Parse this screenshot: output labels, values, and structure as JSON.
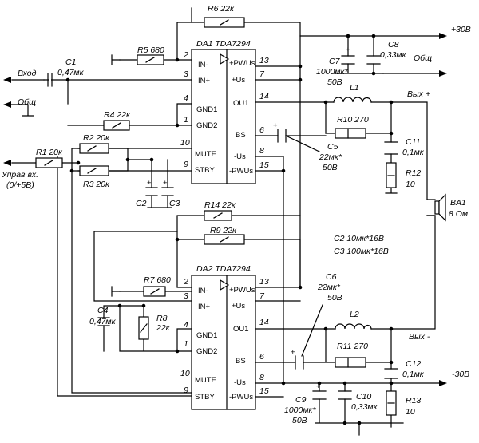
{
  "ic1": {
    "ref": "DA1 TDA7294",
    "pins_left": [
      {
        "num": "2",
        "name": "IN-"
      },
      {
        "num": "3",
        "name": "IN+"
      },
      {
        "num": "4",
        "name": "GND1"
      },
      {
        "num": "1",
        "name": "GND2"
      },
      {
        "num": "10",
        "name": "MUTE"
      },
      {
        "num": "9",
        "name": "STBY"
      }
    ],
    "pins_right": [
      {
        "num": "13",
        "name": "+PWUs"
      },
      {
        "num": "7",
        "name": "+Us"
      },
      {
        "num": "14",
        "name": "OU1"
      },
      {
        "num": "6",
        "name": "BS"
      },
      {
        "num": "8",
        "name": "-Us"
      },
      {
        "num": "15",
        "name": "-PWUs"
      }
    ]
  },
  "ic2": {
    "ref": "DA2 TDA7294",
    "pins_left": [
      {
        "num": "2",
        "name": "IN-"
      },
      {
        "num": "3",
        "name": "IN+"
      },
      {
        "num": "4",
        "name": "GND1"
      },
      {
        "num": "1",
        "name": "GND2"
      },
      {
        "num": "10",
        "name": "MUTE"
      },
      {
        "num": "9",
        "name": "STBY"
      }
    ],
    "pins_right": [
      {
        "num": "13",
        "name": "+PWUs"
      },
      {
        "num": "7",
        "name": "+Us"
      },
      {
        "num": "14",
        "name": "OU1"
      },
      {
        "num": "6",
        "name": "BS"
      },
      {
        "num": "8",
        "name": "-Us"
      },
      {
        "num": "15",
        "name": "-PWUs"
      }
    ]
  },
  "labels": {
    "r6": "R6 22к",
    "r5": "R5 680",
    "r4": "R4 22к",
    "r1": "R1 20к",
    "r2": "R2 20к",
    "r3": "R3 20к",
    "r14": "R14 22к",
    "r9": "R9 22к",
    "r7": "R7 680",
    "r8_ref": "R8",
    "r8_val": "22к",
    "r10": "R10 270",
    "r11": "R11 270",
    "r12_ref": "R12",
    "r12_val": "10",
    "r13_ref": "R13",
    "r13_val": "10",
    "c1_ref": "C1",
    "c1_val": "0,47мк",
    "c2": "C2",
    "c3": "C3",
    "c4_ref": "C4",
    "c4_val": "0,47мк",
    "c5_ref": "C5",
    "c5_val": "22мк*",
    "c5_volt": "50В",
    "c6_ref": "C6",
    "c6_val": "22мк*",
    "c6_volt": "50В",
    "c7_ref": "C7",
    "c7_val": "1000мк*",
    "c7_volt": "50В",
    "c8_ref": "C8",
    "c8_val": "0,33мк",
    "c9_ref": "C9",
    "c9_val": "1000мк*",
    "c9_volt": "50В",
    "c10_ref": "C10",
    "c10_val": "0,33мк",
    "c11_ref": "C11",
    "c11_val": "0,1мк",
    "c12_ref": "C12",
    "c12_val": "0,1мк",
    "l1": "L1",
    "l2": "L2",
    "ba1_ref": "BA1",
    "ba1_val": "8 Ом",
    "input": "Вход",
    "gnd_left": "Общ",
    "gnd_right": "Общ",
    "control_1": "Управ вх.",
    "control_2": "(0/+5В)",
    "plus30": "+30В",
    "minus30": "-30В",
    "out_plus": "Вых +",
    "out_minus": "Вых -",
    "note_c2": "C2 10мк*16В",
    "note_c3": "C3 100мк*16В"
  }
}
